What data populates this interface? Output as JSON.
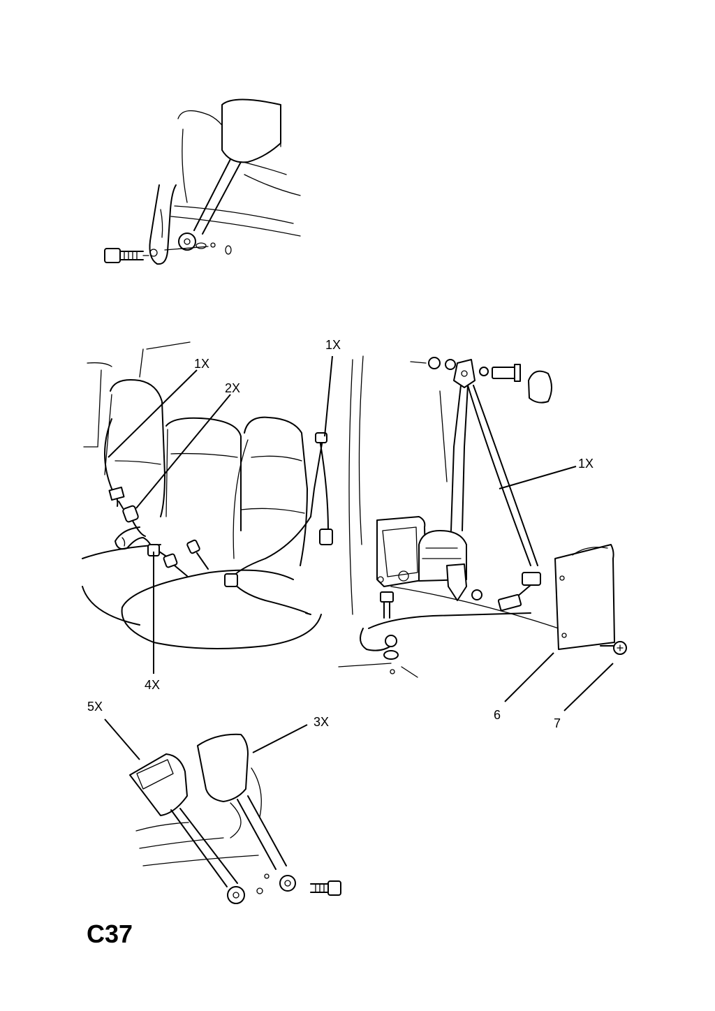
{
  "page_code": "C37",
  "callouts": {
    "c1x_left": "1X",
    "c2x": "2X",
    "c1x_top": "1X",
    "c1x_right": "1X",
    "c4x": "4X",
    "c6": "6",
    "c7": "7",
    "c5x": "5X",
    "c3x": "3X"
  },
  "colors": {
    "ink": "#000000",
    "paper": "#ffffff"
  }
}
